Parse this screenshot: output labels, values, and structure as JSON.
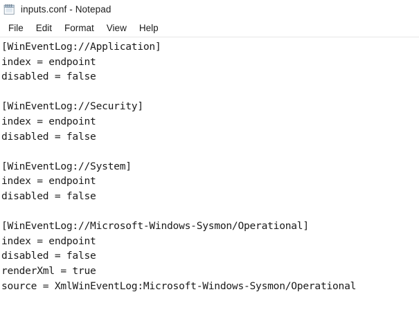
{
  "window": {
    "title": "inputs.conf - Notepad",
    "icon": "notepad-icon",
    "background_color": "#ffffff",
    "text_color": "#1a1a1a",
    "separator_color": "#e6e6e6"
  },
  "menu": {
    "items": [
      {
        "label": "File"
      },
      {
        "label": "Edit"
      },
      {
        "label": "Format"
      },
      {
        "label": "View"
      },
      {
        "label": "Help"
      }
    ]
  },
  "document": {
    "filename": "inputs.conf",
    "lines": [
      "[WinEventLog://Application]",
      "index = endpoint",
      "disabled = false",
      "",
      "[WinEventLog://Security]",
      "index = endpoint",
      "disabled = false",
      "",
      "[WinEventLog://System]",
      "index = endpoint",
      "disabled = false",
      "",
      "[WinEventLog://Microsoft-Windows-Sysmon/Operational]",
      "index = endpoint",
      "disabled = false",
      "renderXml = true",
      "source = XmlWinEventLog:Microsoft-Windows-Sysmon/Operational"
    ]
  }
}
